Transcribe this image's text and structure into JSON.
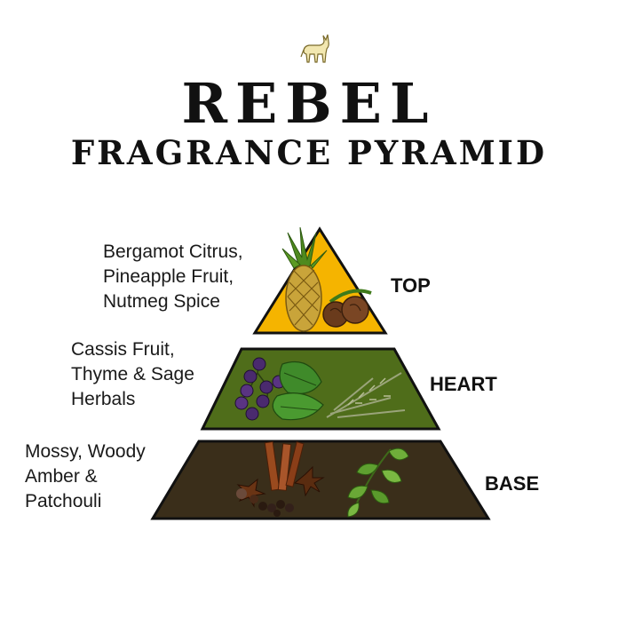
{
  "header": {
    "title": "REBEL",
    "subtitle": "FRAGRANCE PYRAMID",
    "logo_icon": "donkey-icon"
  },
  "tiers": [
    {
      "label": "TOP",
      "notes": [
        "Bergamot Citrus,",
        "Pineapple Fruit,",
        "Nutmeg Spice"
      ],
      "fill": "#f5b400",
      "icons": [
        "pineapple-icon",
        "nutmeg-icon"
      ]
    },
    {
      "label": "HEART",
      "notes": [
        "Cassis Fruit,",
        "Thyme & Sage",
        "Herbals"
      ],
      "fill": "#4f6d1a",
      "icons": [
        "cassis-berries-icon",
        "herb-leaves-icon",
        "thyme-sprig-icon"
      ]
    },
    {
      "label": "BASE",
      "notes": [
        "Mossy, Woody",
        "Amber &",
        "Patchouli"
      ],
      "fill": "#3a2e1a",
      "icons": [
        "spices-icon",
        "patchouli-leaves-icon"
      ]
    }
  ],
  "colors": {
    "outline": "#111111",
    "text": "#1a1a1a"
  }
}
